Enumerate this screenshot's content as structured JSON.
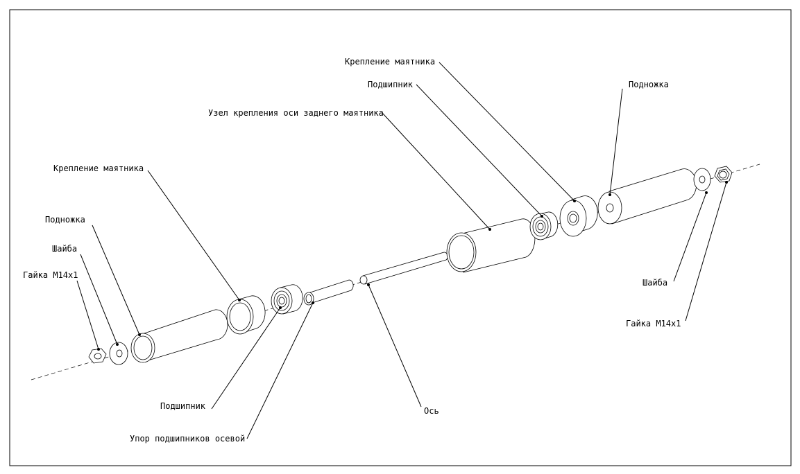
{
  "labels": {
    "nut_left": "Гайка М14х1",
    "washer_left": "Шайба",
    "foot_left": "Подножка",
    "mount_left": "Крепление маятника",
    "bearing_left": "Подшипник",
    "stop": "Упор подшипников осевой",
    "axle": "Ось",
    "assembly": "Узел крепления оси заднего маятника",
    "bearing_right": "Подшипник",
    "mount_right": "Крепление маятника",
    "foot_right": "Подножка",
    "washer_right": "Шайба",
    "nut_right": "Гайка М14х1"
  }
}
